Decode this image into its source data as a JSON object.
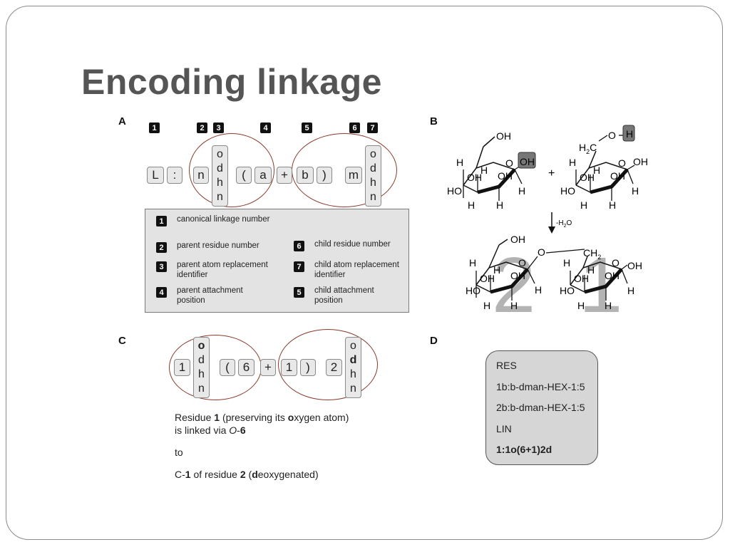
{
  "slide": {
    "title": "Encoding linkage"
  },
  "panels": {
    "a": "A",
    "b": "B",
    "c": "C",
    "d": "D"
  },
  "panel_a": {
    "badges": [
      "1",
      "2",
      "3",
      "4",
      "5",
      "6",
      "7"
    ],
    "tokens": {
      "l": "L",
      "colon": ":",
      "n": "n",
      "open_paren": "(",
      "a": "a",
      "plus": "+",
      "b": "b",
      "close_paren": ")",
      "m": "m"
    },
    "parent_stack": [
      "o",
      "d",
      "h",
      "n"
    ],
    "child_stack": [
      "o",
      "d",
      "h",
      "n"
    ],
    "legend": [
      {
        "num": "1",
        "text": "canonical linkage number"
      },
      {
        "num": "2",
        "text": "parent residue number"
      },
      {
        "num": "3",
        "text": "parent atom replacement identifier"
      },
      {
        "num": "4",
        "text": "parent attachment position"
      },
      {
        "num": "6",
        "text": "child residue number"
      },
      {
        "num": "7",
        "text": "child atom replacement identifier"
      },
      {
        "num": "5",
        "text": "child attachment position"
      }
    ]
  },
  "panel_b": {
    "oh": "OH",
    "o": "O",
    "h": "H",
    "ho": "HO",
    "h2c": "H",
    "c_sub": "2",
    "c": "C",
    "plus": "+",
    "minus_water": "-H",
    "water_sub": "2",
    "water_o": "O",
    "ch": "CH",
    "ch_sub": "2",
    "residue_2": "2",
    "residue_1": "1"
  },
  "panel_c": {
    "tokens": {
      "one": "1",
      "open_paren": "(",
      "six": "6",
      "plus": "+",
      "one_b": "1",
      "close_paren": ")",
      "two": "2"
    },
    "parent_stack": [
      "o",
      "d",
      "h",
      "n"
    ],
    "child_stack": [
      "o",
      "d",
      "h",
      "n"
    ],
    "desc": {
      "l1_a": "Residue ",
      "l1_b": "1",
      "l1_c": " (preserving its ",
      "l1_d": "o",
      "l1_e": "xygen atom)",
      "l2_a": "is linked via ",
      "l2_b": "O",
      "l2_c": "-",
      "l2_d": "6",
      "l3": "to",
      "l4_a": "C-",
      "l4_b": "1",
      "l4_c": " of residue ",
      "l4_d": "2",
      "l4_e": " (",
      "l4_f": "d",
      "l4_g": "eoxygenated)"
    }
  },
  "panel_d": {
    "lines": [
      "RES",
      "1b:b-dman-HEX-1:5",
      "2b:b-dman-HEX-1:5",
      "LIN",
      "1:1o(6+1)2d"
    ]
  }
}
